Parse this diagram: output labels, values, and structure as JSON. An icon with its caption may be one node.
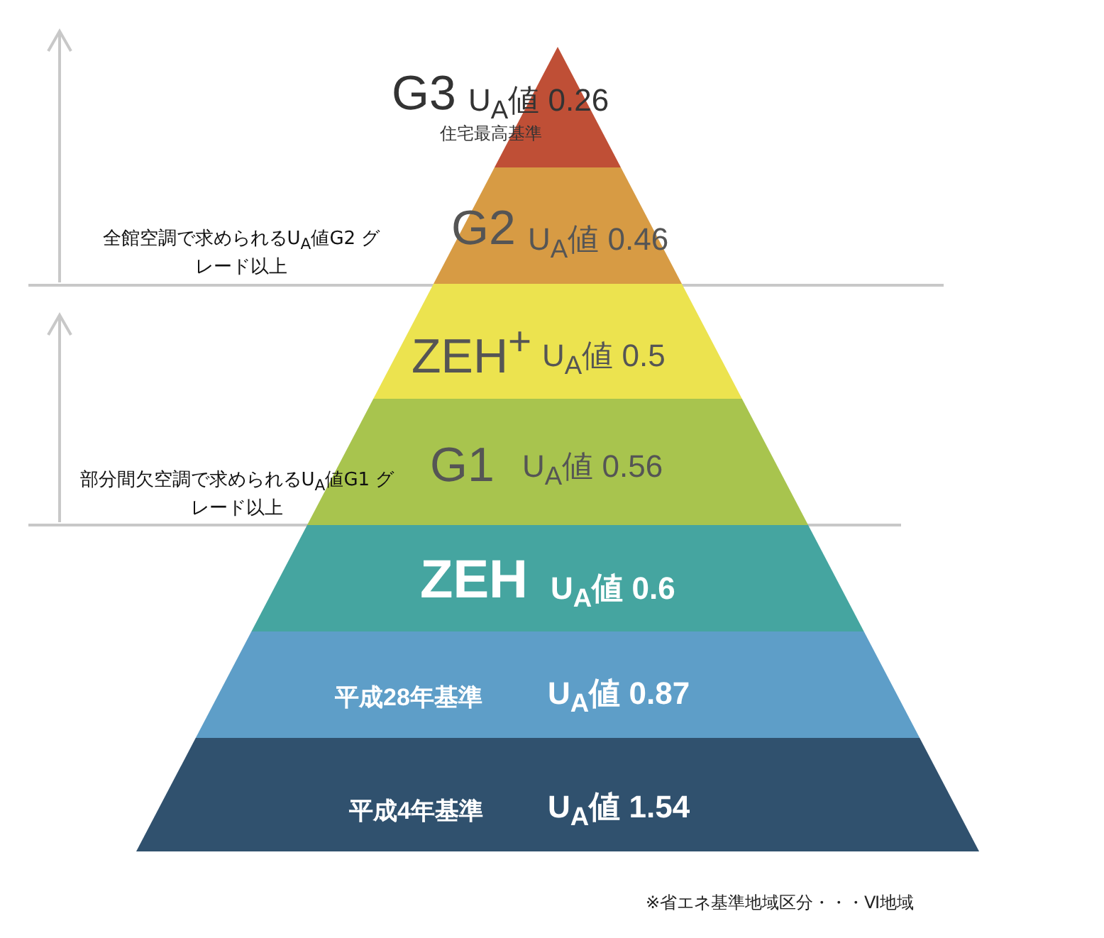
{
  "diagram": {
    "caption": "※省エネ基準地域区分・・・Ⅵ地域",
    "nodes": [
      {
        "text": [
          "G3",
          "U$_{A}$値 0.26",
          "住宅最高基準"
        ]
      },
      {
        "text": [
          "G2",
          "U$_{A}$値 0.46"
        ]
      },
      {
        "text": [
          "ZEH$^{+}$",
          "U$_{A}$値 0.5"
        ]
      },
      {
        "text": [
          "G1",
          "U$_{A}$値 0.56"
        ]
      },
      {
        "text": [
          "ZEH",
          "U$_{A}$値 0.6"
        ]
      },
      {
        "text": [
          "平成28年基準",
          "U$_{A}$値 0.87"
        ]
      },
      {
        "text": [
          "平成4年基準",
          "U$_{A}$値 1.54"
        ]
      }
    ],
    "edges": [],
    "labels": [
      "全館空調で求められるU$_{A}$値G2 グレード以上",
      "部分間欠空調で求められるU$_{A}$値G1 グレード以上"
    ]
  }
}
